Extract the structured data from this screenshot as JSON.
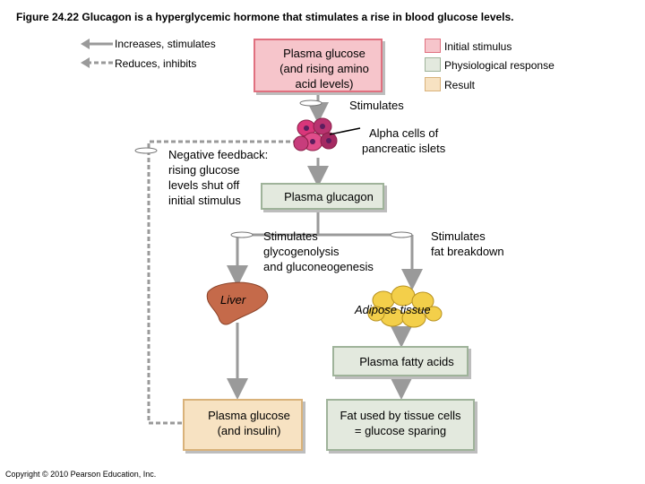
{
  "title": "Figure 24.22  Glucagon is a hyperglycemic hormone that stimulates a rise in blood glucose levels.",
  "legend": {
    "increases": "Increases, stimulates",
    "reduces": "Reduces, inhibits",
    "initial_stimulus": "Initial stimulus",
    "physiological_response": "Physiological response",
    "result": "Result"
  },
  "boxes": {
    "plasma_glucose_low": "Plasma glucose\n(and rising amino\nacid levels)",
    "plasma_glucagon": "Plasma glucagon",
    "plasma_fatty_acids": "Plasma fatty acids",
    "plasma_glucose_result": "Plasma glucose\n(and insulin)",
    "fat_used": "Fat used by tissue cells\n= glucose sparing"
  },
  "labels": {
    "stimulates_top": "Stimulates",
    "alpha_cells": "Alpha cells of\npancreatic islets",
    "negative_feedback": "Negative feedback:\nrising glucose\nlevels shut off\ninitial stimulus",
    "stimulates_glyco": "Stimulates\nglycogenolysis\nand gluconeogenesis",
    "stimulates_fat": "Stimulates\nfat breakdown",
    "liver": "Liver",
    "adipose": "Adipose tissue"
  },
  "copyright": "Copyright © 2010 Pearson Education, Inc.",
  "colors": {
    "initial_stimulus": "#f6c5cb",
    "physiological_response": "#e3e9de",
    "result": "#f7e2c2",
    "arrow": "#9a9a9a",
    "liver": "#c56a4a",
    "adipose": "#f3cf4a",
    "alpha_cells": "#d9367a"
  }
}
